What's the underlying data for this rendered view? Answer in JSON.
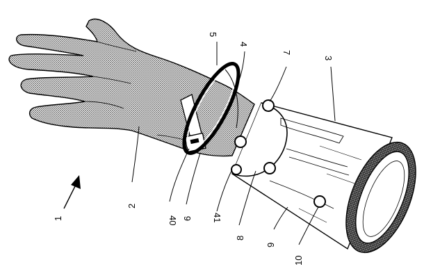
{
  "figure": {
    "reference_numerals": {
      "n1": "1",
      "n2": "2",
      "n3": "3",
      "n4": "4",
      "n5": "5",
      "n6": "6",
      "n7": "7",
      "n8": "8",
      "n9": "9",
      "n10": "10",
      "n40": "40",
      "n41": "41"
    },
    "colors": {
      "ink": "#000000",
      "paper": "#ffffff",
      "mesh": "#6f6f6f",
      "cuff_ring": "#555555"
    }
  }
}
